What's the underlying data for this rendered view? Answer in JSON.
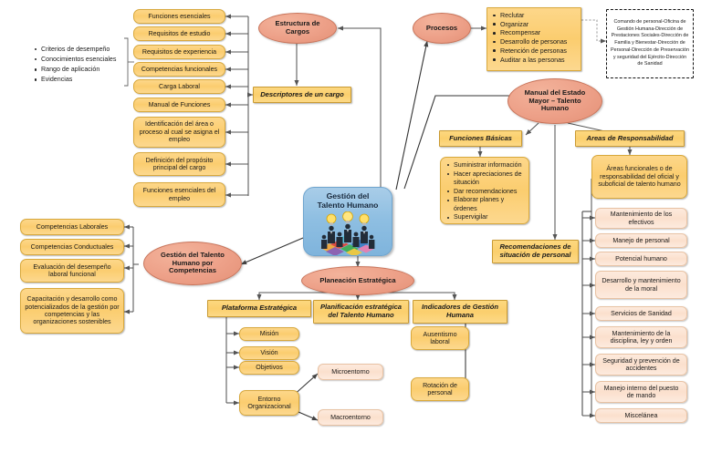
{
  "diagram": {
    "title": "Gestión del Talento Humano",
    "type": "concept-map",
    "language": "es"
  },
  "hub": {
    "label": "Gestión del\nTalento Humano",
    "line1": "Gestión del",
    "line2": "Talento Humano",
    "color": "#8fbfe2"
  },
  "colors": {
    "yellow_box": "#fbcd6f",
    "yellow_header": "#fbcf6d",
    "pink_box": "#fbe0cd",
    "ellipse": "#eda088",
    "hub_blue": "#8fbfe2",
    "connector": "#555555"
  },
  "ellipses": {
    "estructura_cargos": "Estructura de\nCargos",
    "estructura_cargos_l1": "Estructura de",
    "estructura_cargos_l2": "Cargos",
    "procesos": "Procesos",
    "manual_estado_mayor_l1": "Manual del Estado",
    "manual_estado_mayor_l2": "Mayor – Talento",
    "manual_estado_mayor_l3": "Humano",
    "gestion_competencias_l1": "Gestión del Talento",
    "gestion_competencias_l2": "Humano por",
    "gestion_competencias_l3": "Competencias",
    "planeacion_estrategica": "Planeación Estratégica"
  },
  "headers": {
    "descriptores_cargo": "Descriptores de un cargo",
    "funciones_basicas": "Funciones Básicas",
    "areas_responsabilidad": "Areas de Responsabilidad",
    "recomendaciones_l1": "Recomendaciones de",
    "recomendaciones_l2": "situación de personal",
    "plataforma_estrategica": "Plataforma Estratégica",
    "planificacion_l1": "Planificación estratégica",
    "planificacion_l2": "del Talento Humano",
    "indicadores_l1": "Indicadores de Gestión",
    "indicadores_l2": "Humana"
  },
  "descriptores_items": [
    "Funciones esenciales",
    "Requisitos de estudio",
    "Requisitos de experiencia",
    "Competencias funcionales",
    "Carga Laboral",
    "Manual de Funciones",
    "Identificación del área o proceso al cual se asigna el empleo",
    "Definición del propósito principal del cargo",
    "Funciones esenciales del empleo"
  ],
  "criterios_bullets": [
    "Criterios de desempeño",
    "Conocimientos esenciales",
    "Rango de aplicación",
    "Evidencias"
  ],
  "procesos_bullets": [
    "Reclutar",
    "Organizar",
    "Recompensar",
    "Desarrollo de personas",
    "Retención de personas",
    "Auditar a las personas"
  ],
  "comando_box": "Comando de personal-Oficina de Gestión Humana-Dirección de Prestaciones Sociales-Dirección de Familia y Bienestar-Dirección de Personal-Dirección de Preservación y seguridad del Ejército-Dirección de Sanidad",
  "funciones_basicas_bullets": [
    "Suministrar información",
    "Hacer apreciaciones de situación",
    "Dar recomendaciones",
    "Elaborar planes y órdenes",
    "Supervigilar"
  ],
  "areas_funcionales_text": "Áreas funcionales o de responsabilidad del oficial y suboficial de talento humano",
  "areas_items": [
    "Mantenimiento de los efectivos",
    "Manejo de personal",
    "Potencial humano",
    "Desarrollo y mantenimiento de la moral",
    "Servicios de Sanidad",
    "Mantenimiento de la disciplina, ley y orden",
    "Seguridad y prevención de accidentes",
    "Manejo interno del puesto de mando",
    "Miscelánea"
  ],
  "competencias_items": [
    "Competencias Laborales",
    "Competencias Conductuales",
    "Evaluación del desempeño laboral funcional",
    "Capacitación y desarrollo como potencializados de la gestión por competencias y las organizaciones sostenibles"
  ],
  "plataforma_items": [
    "Misión",
    "Visión",
    "Objetivos",
    "Entorno Organizacional"
  ],
  "entorno_children": [
    "Microentorno",
    "Macroentorno"
  ],
  "indicadores_items": [
    "Ausentismo laboral",
    "Rotación de personal"
  ]
}
